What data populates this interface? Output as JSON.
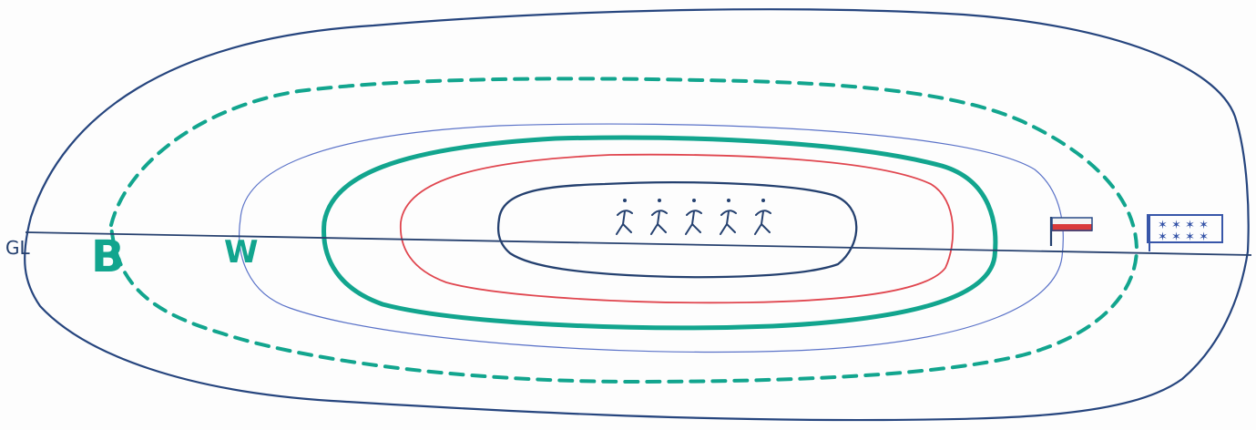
{
  "labels": {
    "gl": "GL",
    "b": "B",
    "w": "W"
  },
  "colors": {
    "outer": "#26457e",
    "teal": "#12a58e",
    "blue_thin": "#5a72c8",
    "red": "#e0464f",
    "inner": "#24406f",
    "ground_line": "#27416f",
    "flag_red": "#d93a3a",
    "flag_white": "#f3f3f3",
    "flag_blue": "#284a86",
    "card_blue": "#3856a9"
  },
  "figures": {
    "count": 5
  }
}
